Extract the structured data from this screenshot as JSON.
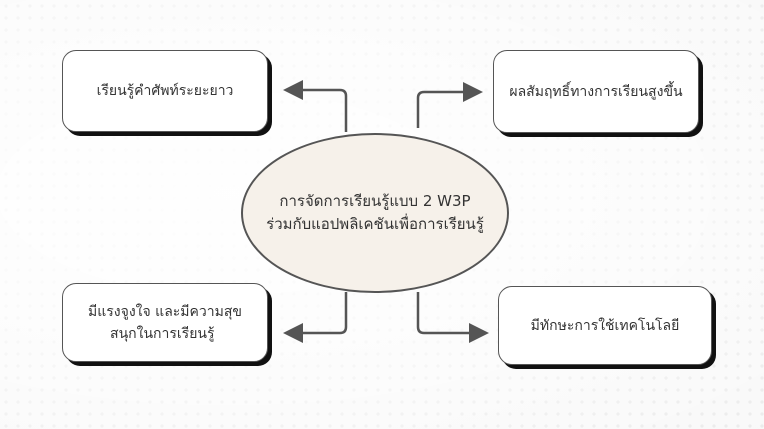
{
  "center": {
    "line1": "การจัดการเรียนรู้แบบ 2 W3P",
    "line2": "ร่วมกับแอปพลิเคชันเพื่อการเรียนรู้"
  },
  "outcomes": {
    "top_left": "เรียนรู้คำศัพท์ระยะยาว",
    "top_right": "ผลสัมฤทธิ์ทางการเรียนสูงขึ้น",
    "bottom_left_line1": "มีแรงจูงใจ และมีความสุข",
    "bottom_left_line2": "สนุกในการเรียนรู้",
    "bottom_right": "มีทักษะการใช้เทคโนโลยี"
  }
}
